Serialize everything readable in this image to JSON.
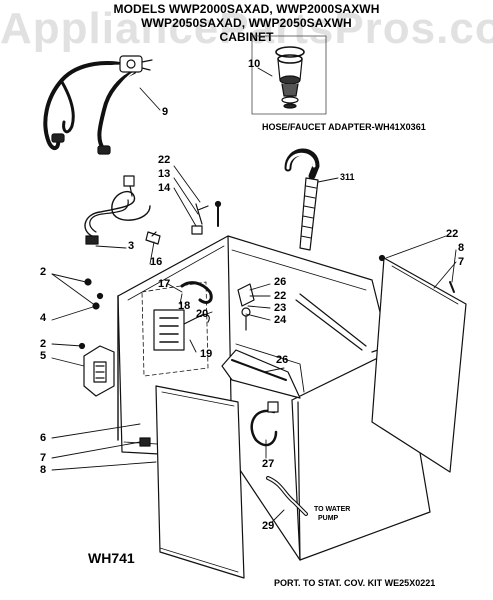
{
  "header": {
    "line1": "MODELS WWP2000SAXAD, WWP2000SAXWH",
    "line2": "WWP2050SAXAD, WWP2050SAXWH",
    "line3": "CABINET"
  },
  "watermark": "AppliancePartsPros.com",
  "captions": {
    "hose_adapter": "HOSE/FAUCET ADAPTER-WH41X0361",
    "to_water": "TO WATER",
    "pump": "PUMP",
    "diagram_code": "WH741",
    "kit": "PORT. TO STAT. COV. KIT WE25X0221"
  },
  "callouts": [
    "10",
    "9",
    "311",
    "22",
    "13",
    "14",
    "3",
    "16",
    "22",
    "8",
    "7",
    "2",
    "17",
    "26",
    "22",
    "23",
    "24",
    "4",
    "18",
    "20",
    "2",
    "5",
    "19",
    "26",
    "6",
    "7",
    "8",
    "27",
    "29"
  ]
}
